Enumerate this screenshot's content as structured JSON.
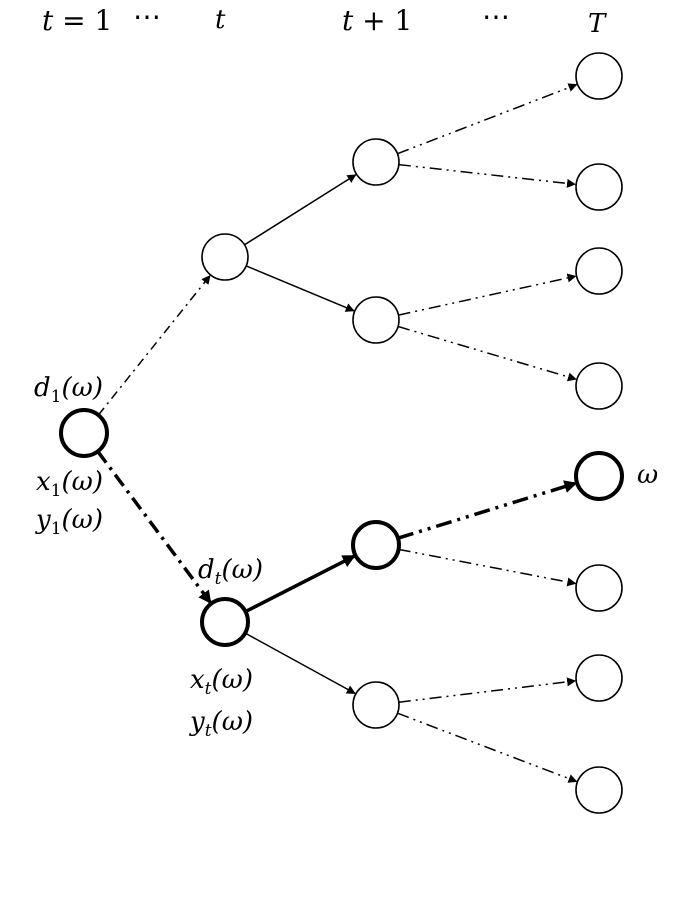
{
  "headers": {
    "t1": "t = 1",
    "dots1": "⋯",
    "t": "t",
    "t_plus_1": "t + 1",
    "dots2": "⋯",
    "T": "T"
  },
  "labels": {
    "root_d": {
      "base": "d",
      "sub": "1",
      "arg": "(ω)"
    },
    "root_x": {
      "base": "x",
      "sub": "1",
      "arg": "(ω)"
    },
    "root_y": {
      "base": "y",
      "sub": "1",
      "arg": "(ω)"
    },
    "t_d": {
      "base": "d",
      "sub": "t",
      "arg": "(ω)"
    },
    "t_x": {
      "base": "x",
      "sub": "t",
      "arg": "(ω)"
    },
    "t_y": {
      "base": "y",
      "sub": "t",
      "arg": "(ω)"
    },
    "omega": "ω"
  },
  "tree": {
    "root": "root",
    "highlighted_path": [
      "root",
      "t_lower",
      "t1_c",
      "leaf_5"
    ],
    "edges": [
      {
        "from": "root",
        "to": "t_upper",
        "style": "dotdash"
      },
      {
        "from": "root",
        "to": "t_lower",
        "style": "dotdash"
      },
      {
        "from": "t_upper",
        "to": "t1_a",
        "style": "solid"
      },
      {
        "from": "t_upper",
        "to": "t1_b",
        "style": "solid"
      },
      {
        "from": "t_lower",
        "to": "t1_c",
        "style": "solid"
      },
      {
        "from": "t_lower",
        "to": "t1_d",
        "style": "solid"
      },
      {
        "from": "t1_a",
        "to": "leaf_1",
        "style": "dashdotdot"
      },
      {
        "from": "t1_a",
        "to": "leaf_2",
        "style": "dashdotdot"
      },
      {
        "from": "t1_b",
        "to": "leaf_3",
        "style": "dashdotdot"
      },
      {
        "from": "t1_b",
        "to": "leaf_4",
        "style": "dashdotdot"
      },
      {
        "from": "t1_c",
        "to": "leaf_5",
        "style": "dashdotdot"
      },
      {
        "from": "t1_c",
        "to": "leaf_6",
        "style": "dashdotdot"
      },
      {
        "from": "t1_d",
        "to": "leaf_7",
        "style": "dashdotdot"
      },
      {
        "from": "t1_d",
        "to": "leaf_8",
        "style": "dashdotdot"
      }
    ]
  }
}
